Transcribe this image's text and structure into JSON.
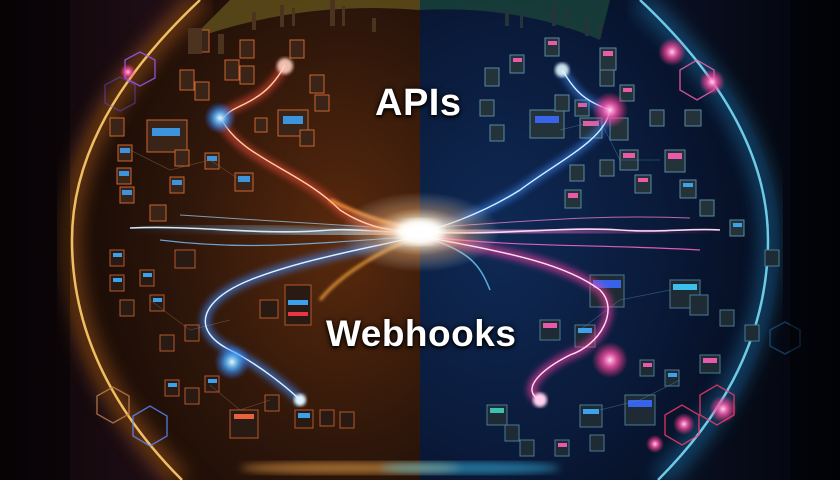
{
  "image": {
    "description": "Digital illustration contrasting APIs and Webhooks: a planet split into a warm orange half (left) and a cool blue half (right), covered in glowing server nodes, with lightning streams meeting at a bright central burst.",
    "palette": {
      "left_glow": "#ff9a3c",
      "left_rim": "#ffcf6b",
      "right_glow": "#3fd0ff",
      "blue_lightning": "#5ab8ff",
      "pink_lightning": "#ff4fc8",
      "red_lightning": "#ff4a3a",
      "center_flash": "#ffffff",
      "background_dark": "#05060c"
    }
  },
  "labels": {
    "top": "APIs",
    "bottom": "Webhooks"
  }
}
